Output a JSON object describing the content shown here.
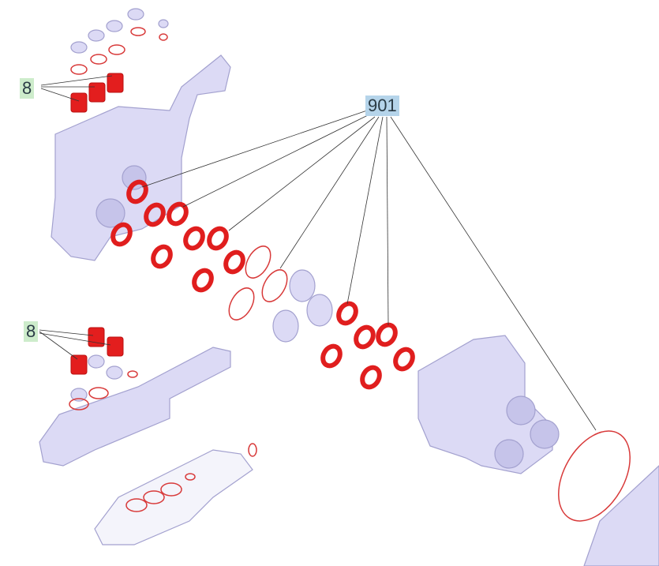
{
  "callouts": {
    "upper_8": "8",
    "lower_8": "8",
    "ring_set": "901"
  },
  "colors": {
    "part_body": "#d9d8f4",
    "part_edge": "#9a98c8",
    "highlight_red": "#e02020",
    "label_green": "#cdeccb",
    "label_blue": "#b5d4ea"
  }
}
